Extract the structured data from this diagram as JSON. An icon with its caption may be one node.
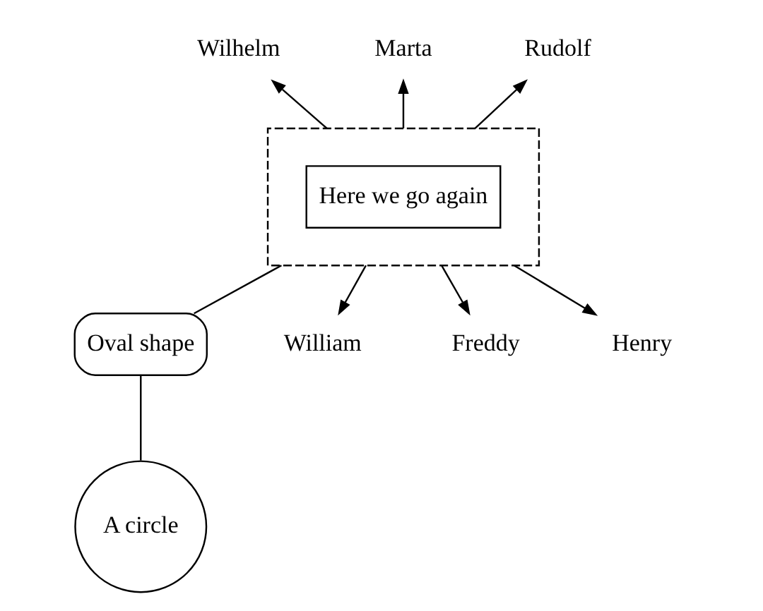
{
  "diagram": {
    "nodes": [
      {
        "text": [],
        "shape": "box"
      },
      {
        "text": [
          "Here we go again"
        ],
        "in": 0
      },
      {
        "text": [
          "Wilhelm"
        ]
      },
      {
        "text": [
          "Marta"
        ]
      },
      {
        "text": [
          "Rudolf"
        ]
      },
      {
        "text": [
          "Oval shape"
        ]
      },
      {
        "text": [
          "A circle"
        ]
      },
      {
        "text": [
          "William"
        ]
      },
      {
        "text": [
          "Freddy"
        ]
      },
      {
        "text": [
          "Henry"
        ]
      }
    ],
    "edges": [
      {
        "from": 0,
        "to": 2,
        "arrow": "to"
      },
      {
        "from": 0,
        "to": 3,
        "arrow": "to"
      },
      {
        "from": 0,
        "to": 4,
        "arrow": "to"
      },
      {
        "from": 0,
        "to": 5,
        "arrow": "none"
      },
      {
        "from": 5,
        "to": 6,
        "arrow": "none"
      },
      {
        "from": 0,
        "to": 7,
        "arrow": "to"
      },
      {
        "from": 0,
        "to": 8,
        "arrow": "to"
      },
      {
        "from": 0,
        "to": 9,
        "arrow": "to"
      }
    ]
  }
}
